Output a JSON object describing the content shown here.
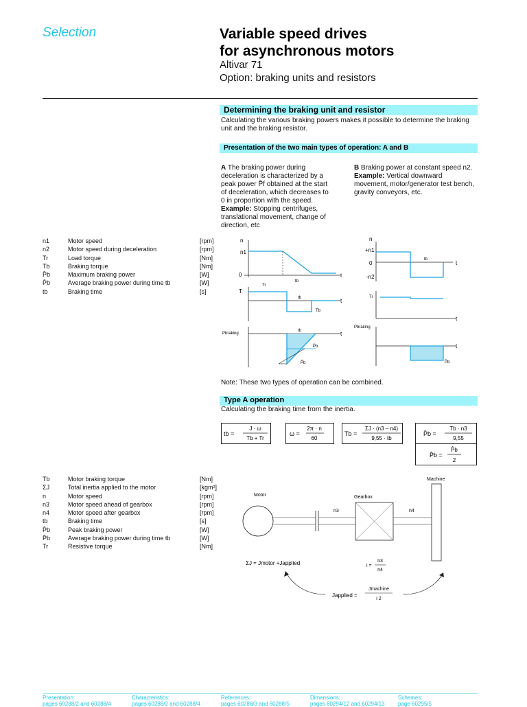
{
  "header": {
    "section": "Selection",
    "title_line1": "Variable speed drives",
    "title_line2": "for asynchronous motors",
    "product": "Altivar 71",
    "option": "Option: braking units and resistors"
  },
  "section1": {
    "heading": "Determining the braking unit and resistor",
    "intro": "Calculating the various braking powers makes it possible to determine the braking unit and the braking resistor."
  },
  "section2": {
    "heading": "Presentation of the two main types of operation: A and B",
    "a_letter": "A",
    "a_text": "The braking power during deceleration is characterized by a peak power P̂f obtained at the start of deceleration, which decreases to 0 in proportion with the speed.",
    "a_example_label": "Example:",
    "a_example_text": "Stopping centrifuges, translational movement, change of direction, etc",
    "b_letter": "B",
    "b_text": "Braking power at constant speed n2.",
    "b_example_label": "Example:",
    "b_example_text": "Vertical downward movement, motor/generator test bench, gravity conveyors, etc.",
    "note": "Note: These two types of operation can be combined."
  },
  "legend1": [
    {
      "sym": "n1",
      "desc": "Motor speed",
      "unit": "[rpm]"
    },
    {
      "sym": "n2",
      "desc": "Motor speed during deceleration",
      "unit": "[rpm]"
    },
    {
      "sym": "Tr",
      "desc": "Load torque",
      "unit": "[Nm]"
    },
    {
      "sym": "Tb",
      "desc": "Braking torque",
      "unit": "[Nm]"
    },
    {
      "sym": "P̂b",
      "desc": "Maximum braking power",
      "unit": "[W]"
    },
    {
      "sym": "P̄b",
      "desc": "Average braking power during time tb",
      "unit": "[W]"
    },
    {
      "sym": "tb",
      "desc": "Braking time",
      "unit": "[s]"
    }
  ],
  "graphA": {
    "n_axis": "n",
    "n1": "n1",
    "zero": "0",
    "tb": "tb",
    "t": "t",
    "T_axis": "T",
    "Tr": "Tr",
    "Tb": "Tb",
    "p_axis": "Pbraking",
    "pbar": "P̄b",
    "phat": "P̂b"
  },
  "graphB": {
    "n_axis": "n",
    "plus_n1": "+n1",
    "zero": "0",
    "minus_n2": "-n2",
    "tb": "tb",
    "t": "t",
    "Tr": "Tr",
    "p_axis": "Pbraking",
    "pbar": "P̄b"
  },
  "section3": {
    "heading": "Type A operation",
    "intro": "Calculating the braking time from the inertia."
  },
  "formulas": {
    "tb_lhs": "tb =",
    "tb_num": "J · ω",
    "tb_den": "Tb + Tr",
    "omega_lhs": "ω =",
    "omega_num": "2π · n",
    "omega_den": "60",
    "Tb_lhs": "Tb =",
    "Tb_num": "ΣJ · (n3 – n4)",
    "Tb_den": "9,55 · tb",
    "Pb_lhs": "P̂b =",
    "Pb_num": "Tb · n3",
    "Pb_den": "9,55",
    "Pbar_lhs": "P̄b =",
    "Pbar_num": "P̂b",
    "Pbar_den": "2"
  },
  "legend2": [
    {
      "sym": "Tb",
      "desc": "Motor braking torque",
      "unit": "[Nm]"
    },
    {
      "sym": "ΣJ",
      "desc": "Total inertia applied to the motor",
      "unit": "[kgm²]"
    },
    {
      "sym": "n",
      "desc": "Motor speed",
      "unit": "[rpm]"
    },
    {
      "sym": "n3",
      "desc": "Motor speed ahead of gearbox",
      "unit": "[rpm]"
    },
    {
      "sym": "n4",
      "desc": "Motor speed after gearbox",
      "unit": "[rpm]"
    },
    {
      "sym": "tb",
      "desc": "Braking time",
      "unit": "[s]"
    },
    {
      "sym": "P̂b",
      "desc": "Peak braking power",
      "unit": "[W]"
    },
    {
      "sym": "P̄b",
      "desc": "Average braking power during time tb",
      "unit": "[W]"
    },
    {
      "sym": "Tr",
      "desc": "Resistive torque",
      "unit": "[Nm]"
    }
  ],
  "mech": {
    "machine": "Machine",
    "motor": "Motor",
    "gearbox": "Gearbox",
    "n3": "n3",
    "n4": "n4",
    "sumJ": "ΣJ = Jmotor +Japplied",
    "ratio_lhs": "i =",
    "ratio_num": "n3",
    "ratio_den": "n4",
    "japplied_lhs": "Japplied =",
    "japplied_num": "Jmachine",
    "japplied_den": "i 2"
  },
  "footer": [
    {
      "label": "Presentation:",
      "ref": "pages 60288/2 and 60288/4"
    },
    {
      "label": "Characteristics:",
      "ref": "pages 60288/2 and 60288/4"
    },
    {
      "label": "References:",
      "ref": "pages 60288/3 and 60288/5"
    },
    {
      "label": "Dimensions:",
      "ref": "pages 60294/12 and 60294/13"
    },
    {
      "label": "Schemes:",
      "ref": "page 60295/5"
    }
  ],
  "colors": {
    "accent": "#1fc6e6",
    "heading_bar": "#9ff3fb",
    "graph_line": "#1ba3e0",
    "graph_fill": "#aee3f4"
  }
}
